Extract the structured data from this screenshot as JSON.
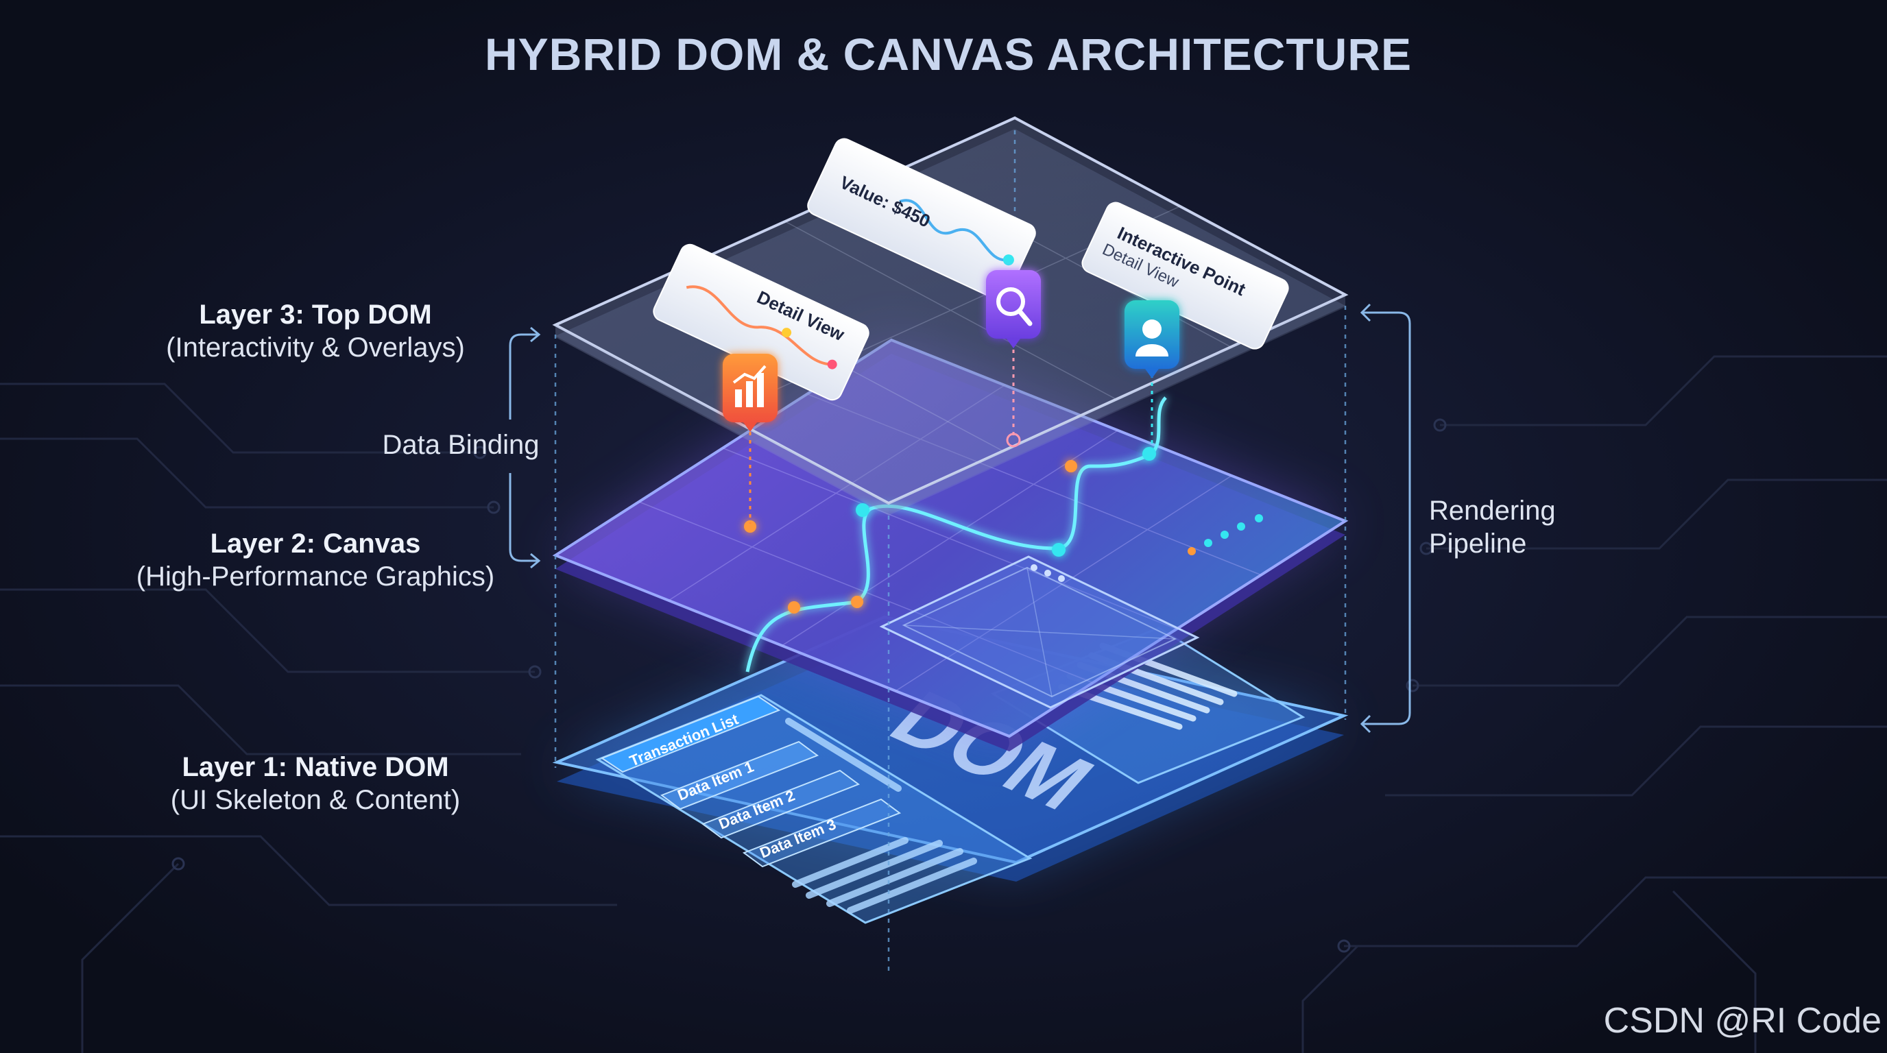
{
  "title": "HYBRID DOM & CANVAS ARCHITECTURE",
  "layers": [
    {
      "name": "Layer 3: Top DOM",
      "description": "(Interactivity & Overlays)"
    },
    {
      "name": "Layer 2: Canvas",
      "description": "(High-Performance Graphics)"
    },
    {
      "name": "Layer 1: Native DOM",
      "description": "(UI Skeleton & Content)"
    }
  ],
  "annotations": {
    "data_binding": "Data Binding",
    "rendering_pipeline_line1": "Rendering",
    "rendering_pipeline_line2": "Pipeline"
  },
  "top_layer_cards": {
    "detail_view": "Detail View",
    "value": "Value: $450",
    "interactive_point": "Interactive Point",
    "interactive_point_sub": "Detail View"
  },
  "bottom_layer": {
    "list_header": "Transaction List",
    "items": [
      "Data Item 1",
      "Data Item 2",
      "Data Item 3"
    ],
    "dom_label": "DOM"
  },
  "icons": [
    "bar-chart-icon",
    "magnifier-icon",
    "user-icon"
  ],
  "watermark": "CSDN @RI Code",
  "colors": {
    "background": "#0e1120",
    "title": "#c9d6ee",
    "label": "#e6eaf4",
    "canvas_layer": "#7b5cf0",
    "dom_layer": "#3f8fe8",
    "top_layer": "#aab8d8",
    "accent_orange": "#ff8a2a",
    "accent_cyan": "#35e6f0"
  }
}
